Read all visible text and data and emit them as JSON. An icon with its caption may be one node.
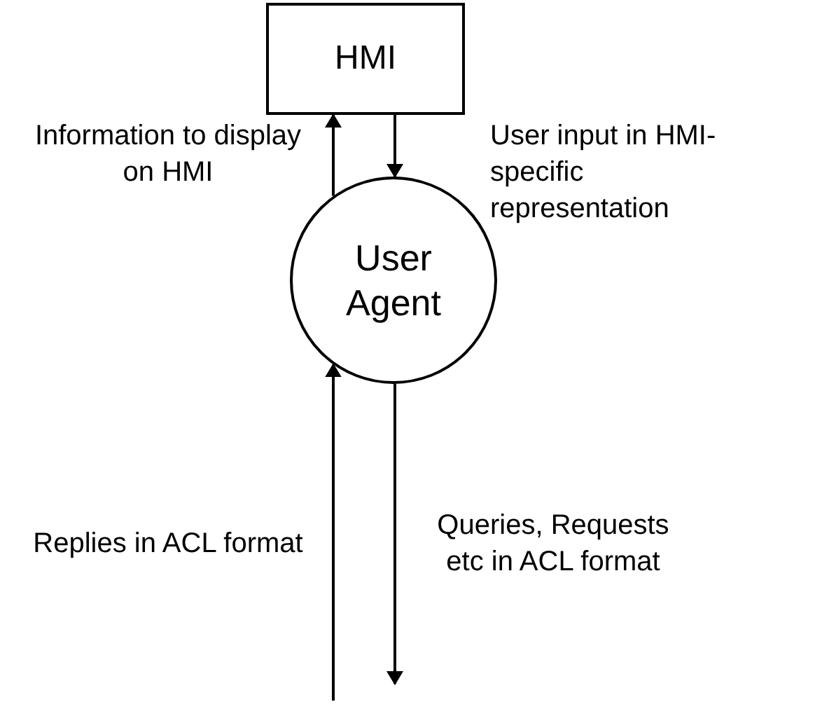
{
  "diagram": {
    "nodes": [
      {
        "text": [
          "HMI"
        ]
      },
      {
        "text": [
          "User Agent"
        ]
      }
    ],
    "edges": [
      {
        "from": 1,
        "to": 0,
        "arrow": "to",
        "label": "Information to display on HMI"
      },
      {
        "from": 0,
        "to": 1,
        "arrow": "to",
        "label": "User input in HMI-specific representation"
      },
      {
        "from": null,
        "to": 1,
        "arrow": "to",
        "label": "Replies in ACL format"
      },
      {
        "from": 1,
        "to": null,
        "arrow": "to",
        "label": "Queries, Requests etc in ACL format"
      }
    ]
  }
}
